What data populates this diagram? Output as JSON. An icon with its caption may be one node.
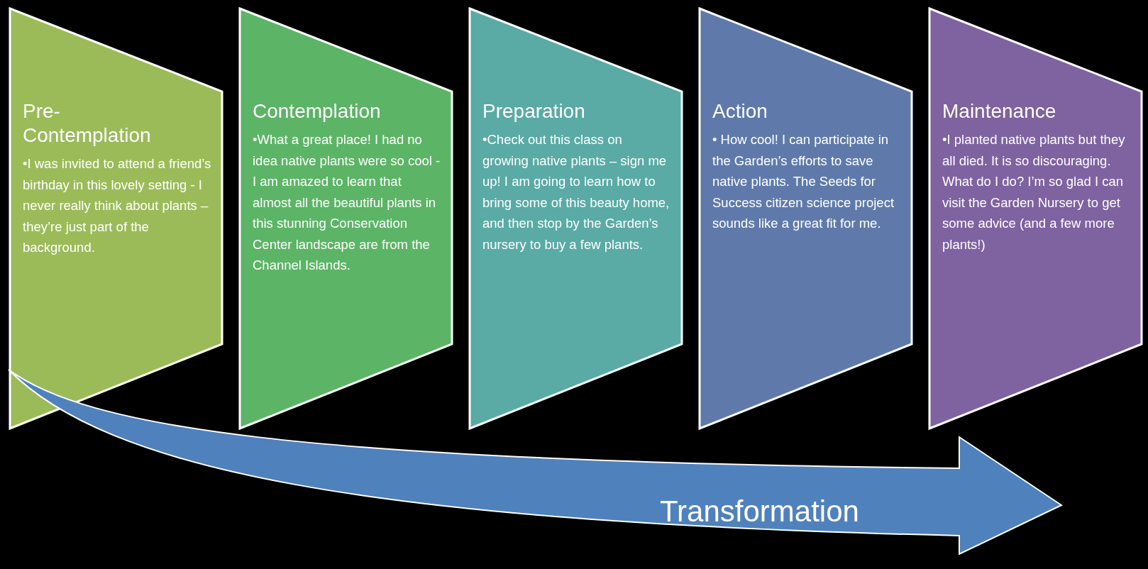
{
  "diagram": {
    "nodes": [
      {
        "text": [
          "Pre- Contemplation",
          "•I was invited to attend a friend’s birthday in this lovely setting -  I never really think about plants – they’re just part of the background."
        ]
      },
      {
        "text": [
          "Contemplation",
          "•What a great place! I had no idea native plants were so cool -  I am amazed to learn that almost all the beautiful plants in this stunning Conservation Center landscape are from the Channel Islands."
        ]
      },
      {
        "text": [
          "Preparation",
          "•Check out this class on growing native plants – sign me up! I am going to learn how to  bring some of this beauty home, and then stop by the Garden’s nursery to  buy a few plants."
        ]
      },
      {
        "text": [
          "Action",
          "• How cool! I can participate in the Garden’s efforts to save native plants. The Seeds for Success citizen science project sounds like a great fit for me."
        ]
      },
      {
        "text": [
          "Maintenance",
          "•I planted native plants but they all died. It is so discouraging. What do I do? I’m so glad I can visit the Garden Nursery to get some advice (and a few more plants!)"
        ]
      }
    ],
    "labels": [
      "Transformation"
    ]
  }
}
